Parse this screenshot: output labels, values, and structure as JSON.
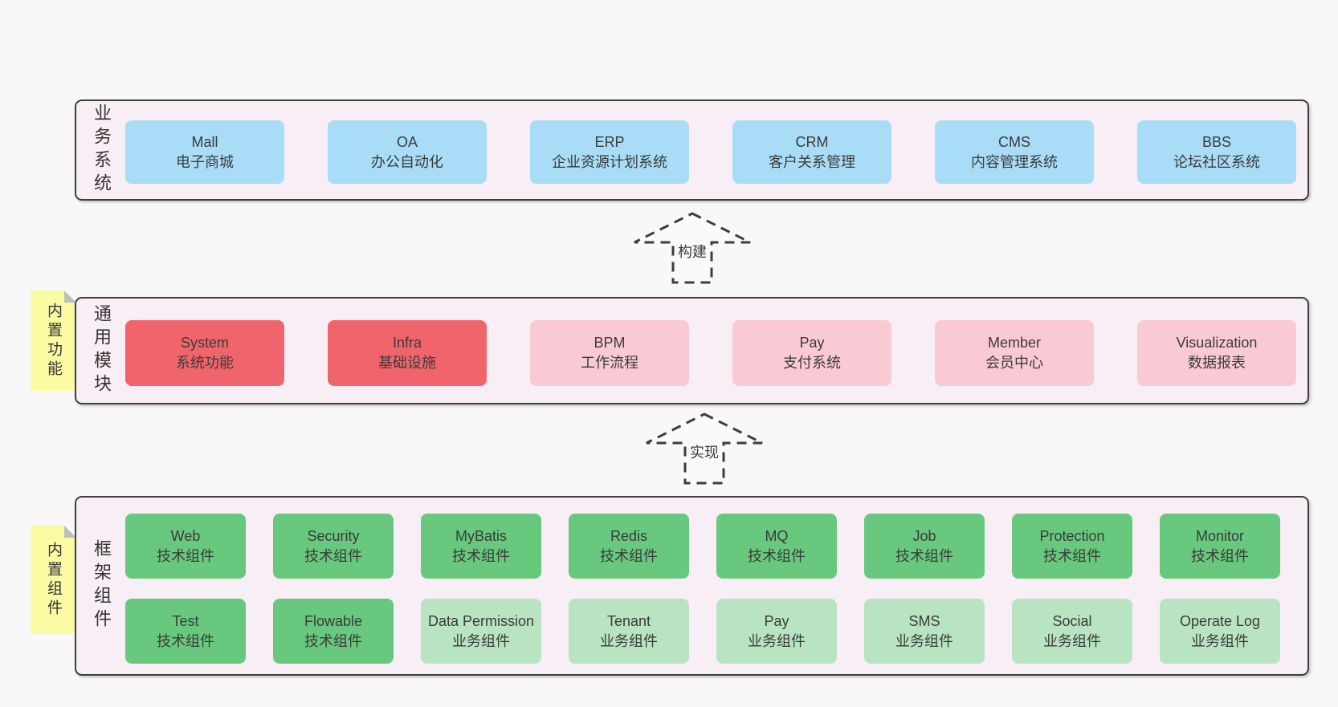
{
  "colors": {
    "page_background": "#f8f8f8",
    "layer_fill": "#f8eef6",
    "layer_border": "#3f3f3f",
    "box_blue": "#a9dcf6",
    "box_red": "#f0656c",
    "box_pink": "#f9c9d4",
    "box_green": "#68c87e",
    "box_light_green": "#b9e4c1",
    "sticky_yellow": "#fbfba4"
  },
  "arrows": [
    {
      "label": "构建"
    },
    {
      "label": "实现"
    }
  ],
  "layers": [
    {
      "label": "业务系统",
      "boxes": [
        {
          "title": "Mall",
          "subtitle": "电子商城",
          "variant": "blue"
        },
        {
          "title": "OA",
          "subtitle": "办公自动化",
          "variant": "blue"
        },
        {
          "title": "ERP",
          "subtitle": "企业资源计划系统",
          "variant": "blue"
        },
        {
          "title": "CRM",
          "subtitle": "客户关系管理",
          "variant": "blue"
        },
        {
          "title": "CMS",
          "subtitle": "内容管理系统",
          "variant": "blue"
        },
        {
          "title": "BBS",
          "subtitle": "论坛社区系统",
          "variant": "blue"
        }
      ]
    },
    {
      "sticky": "内置功能",
      "label": "通用模块",
      "boxes": [
        {
          "title": "System",
          "subtitle": "系统功能",
          "variant": "red"
        },
        {
          "title": "Infra",
          "subtitle": "基础设施",
          "variant": "red"
        },
        {
          "title": "BPM",
          "subtitle": "工作流程",
          "variant": "pink"
        },
        {
          "title": "Pay",
          "subtitle": "支付系统",
          "variant": "pink"
        },
        {
          "title": "Member",
          "subtitle": "会员中心",
          "variant": "pink"
        },
        {
          "title": "Visualization",
          "subtitle": "数据报表",
          "variant": "pink"
        }
      ]
    },
    {
      "sticky": "内置组件",
      "label": "框架组件",
      "rows": [
        [
          {
            "title": "Web",
            "subtitle": "技术组件",
            "variant": "green"
          },
          {
            "title": "Security",
            "subtitle": "技术组件",
            "variant": "green"
          },
          {
            "title": "MyBatis",
            "subtitle": "技术组件",
            "variant": "green"
          },
          {
            "title": "Redis",
            "subtitle": "技术组件",
            "variant": "green"
          },
          {
            "title": "MQ",
            "subtitle": "技术组件",
            "variant": "green"
          },
          {
            "title": "Job",
            "subtitle": "技术组件",
            "variant": "green"
          },
          {
            "title": "Protection",
            "subtitle": "技术组件",
            "variant": "green"
          },
          {
            "title": "Monitor",
            "subtitle": "技术组件",
            "variant": "green"
          }
        ],
        [
          {
            "title": "Test",
            "subtitle": "技术组件",
            "variant": "green"
          },
          {
            "title": "Flowable",
            "subtitle": "技术组件",
            "variant": "green"
          },
          {
            "title": "Data Permission",
            "subtitle": "业务组件",
            "variant": "lgreen"
          },
          {
            "title": "Tenant",
            "subtitle": "业务组件",
            "variant": "lgreen"
          },
          {
            "title": "Pay",
            "subtitle": "业务组件",
            "variant": "lgreen"
          },
          {
            "title": "SMS",
            "subtitle": "业务组件",
            "variant": "lgreen"
          },
          {
            "title": "Social",
            "subtitle": "业务组件",
            "variant": "lgreen"
          },
          {
            "title": "Operate Log",
            "subtitle": "业务组件",
            "variant": "lgreen"
          }
        ]
      ]
    }
  ]
}
